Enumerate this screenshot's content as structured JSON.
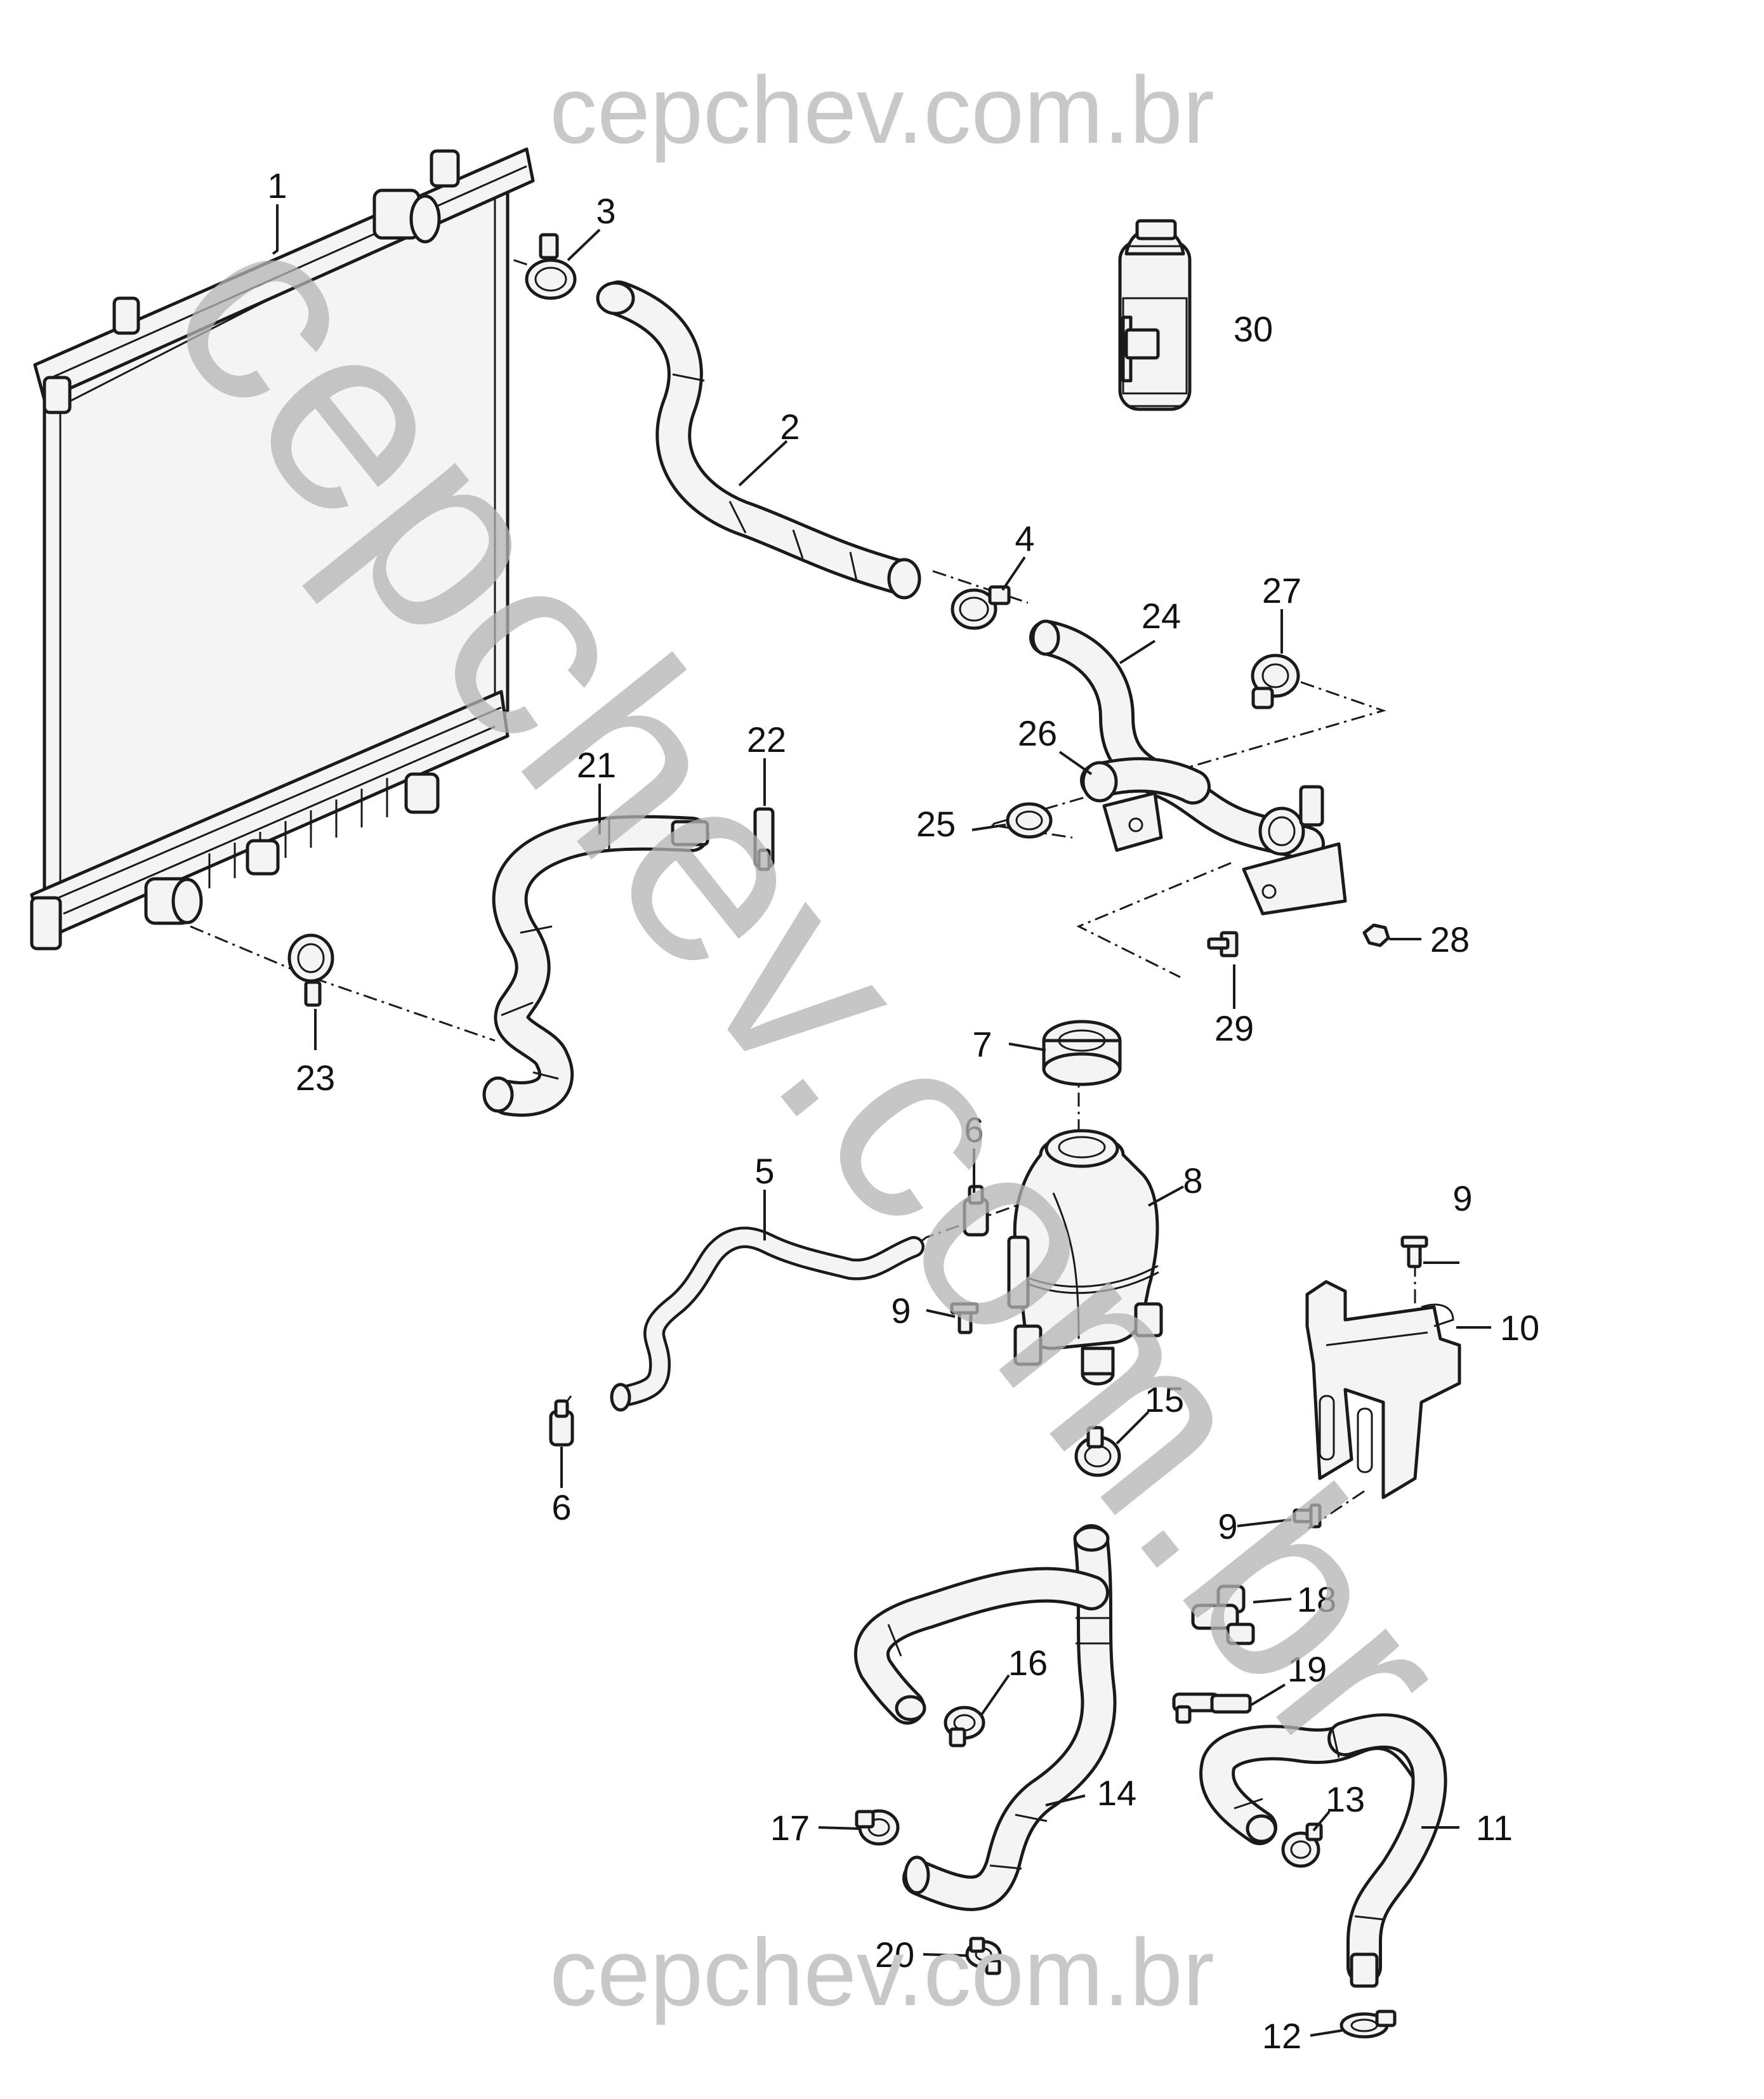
{
  "watermarks": {
    "top": "cepchev.com.br",
    "bottom": "cepchev.com.br",
    "diagonal": "cepchev.com.br"
  },
  "callouts": [
    {
      "id": "1",
      "name": "radiator"
    },
    {
      "id": "2",
      "name": "upper-radiator-hose"
    },
    {
      "id": "3",
      "name": "hose-clamp-upper-radiator"
    },
    {
      "id": "4",
      "name": "hose-clamp-upper-engine"
    },
    {
      "id": "5",
      "name": "surge-tank-hose"
    },
    {
      "id": "6",
      "name": "hose-clip"
    },
    {
      "id": "7",
      "name": "surge-tank-cap"
    },
    {
      "id": "8",
      "name": "surge-tank"
    },
    {
      "id": "9",
      "name": "bolt"
    },
    {
      "id": "10",
      "name": "surge-tank-bracket"
    },
    {
      "id": "11",
      "name": "heater-outlet-hose"
    },
    {
      "id": "12",
      "name": "hose-clamp-heater-outlet"
    },
    {
      "id": "13",
      "name": "hose-clamp-heater-outlet-upper"
    },
    {
      "id": "14",
      "name": "heater-inlet-hose"
    },
    {
      "id": "15",
      "name": "hose-clamp-surge-tank"
    },
    {
      "id": "16",
      "name": "hose-clamp-heater-inlet"
    },
    {
      "id": "17",
      "name": "hose-clamp-heater-inlet-lower"
    },
    {
      "id": "18",
      "name": "hose-clip-heater"
    },
    {
      "id": "19",
      "name": "hose-clip-heater-lower"
    },
    {
      "id": "20",
      "name": "hose-clamp-bottom"
    },
    {
      "id": "21",
      "name": "lower-radiator-hose"
    },
    {
      "id": "22",
      "name": "hose-retainer"
    },
    {
      "id": "23",
      "name": "hose-clamp-lower-radiator"
    },
    {
      "id": "24",
      "name": "coolant-pipe"
    },
    {
      "id": "25",
      "name": "hose-clamp-pipe"
    },
    {
      "id": "26",
      "name": "coolant-pipe-inlet"
    },
    {
      "id": "27",
      "name": "hose-clamp-pipe-outlet"
    },
    {
      "id": "28",
      "name": "nut"
    },
    {
      "id": "29",
      "name": "stud-bolt"
    },
    {
      "id": "30",
      "name": "coolant-bottle"
    }
  ]
}
